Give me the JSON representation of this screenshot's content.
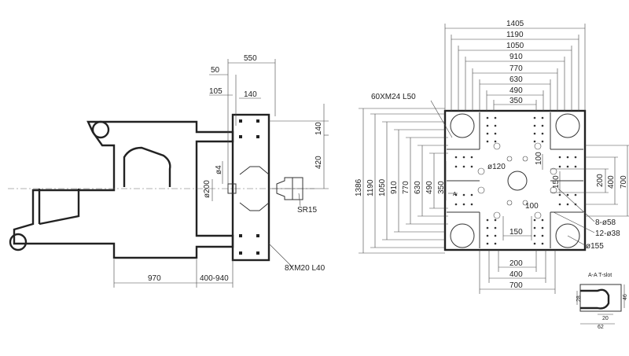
{
  "side_view": {
    "dims": {
      "d550": "550",
      "d50": "50",
      "d105": "105",
      "d140_top": "140",
      "d140_right": "140",
      "d420": "420",
      "phi4": "ø4",
      "phi200": "ø200",
      "d970": "970",
      "d400_940": "400-940"
    },
    "labels": {
      "sr15": "SR15",
      "bolts": "8XM20 L40"
    }
  },
  "front_view": {
    "top_dims": [
      "1405",
      "1190",
      "1050",
      "910",
      "770",
      "630",
      "490",
      "350"
    ],
    "left_dims": [
      "1386",
      "1190",
      "1050",
      "910",
      "770",
      "630",
      "490",
      "350"
    ],
    "right_dims": [
      "100",
      "150",
      "200",
      "400",
      "700"
    ],
    "bottom_dims": [
      "200",
      "400",
      "700"
    ],
    "inner_dims": {
      "d150_center": "150",
      "d100_center": "100",
      "phi120": "ø120"
    },
    "labels": {
      "bolts": "60XM24 L50",
      "holes_58": "8-ø58",
      "holes_38": "12-ø38",
      "phi155": "ø155",
      "section_mark": "A"
    }
  },
  "tslot_detail": {
    "title": "A-A T-slot",
    "dims": [
      "28",
      "46",
      "20",
      "62"
    ]
  }
}
